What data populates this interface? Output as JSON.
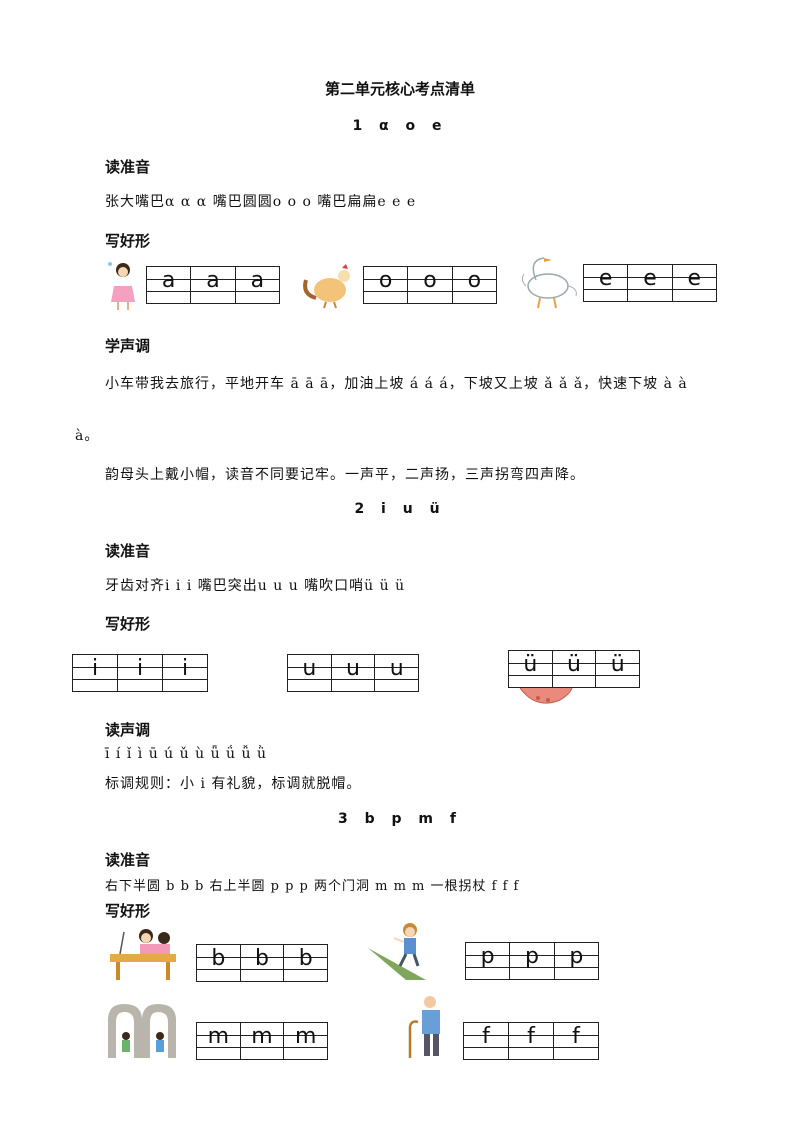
{
  "title": "第二单元核心考点清单",
  "section1": {
    "heading": "1 α o e",
    "read_title": "读准音",
    "read_line": "张大嘴巴α α α 嘴巴圆圆o o o 嘴巴扁扁e e e",
    "write_title": "写好形",
    "grids": [
      [
        "a",
        "a",
        "a"
      ],
      [
        "o",
        "o",
        "o"
      ],
      [
        "e",
        "e",
        "e"
      ]
    ],
    "tone_title": "学声调",
    "tone_line1": "小车带我去旅行，平地开车 ā ā ā，加油上坡 á á á，下坡又上坡 ǎ ǎ ǎ，快速下坡 à à",
    "tone_line2": "à。",
    "rhyme": "韵母头上戴小帽，读音不同要记牢。一声平，二声扬，三声拐弯四声降。"
  },
  "section2": {
    "heading": "2 i u ü",
    "read_title": "读准音",
    "read_line": "牙齿对齐i i i      嘴巴突出u u u      嘴吹口哨ü ü ü",
    "write_title": "写好形",
    "grids": [
      [
        "i",
        "i",
        "i"
      ],
      [
        "u",
        "u",
        "u"
      ],
      [
        "ü",
        "ü",
        "ü"
      ]
    ],
    "tone_title": "读声调",
    "tones": "ī í ǐ ì          ū ú ǔ ù          ǖ ǘ ǚ ǜ",
    "rule": "标调规则：小 i 有礼貌，标调就脱帽。"
  },
  "section3": {
    "heading": "3 b p m f",
    "read_title": "读准音",
    "read_line": "右下半圆 b b b      右上半圆 p p p      两个门洞 m m m      一根拐杖 f f f",
    "write_title": "写好形",
    "grids": [
      [
        "b",
        "b",
        "b"
      ],
      [
        "p",
        "p",
        "p"
      ],
      [
        "m",
        "m",
        "m"
      ],
      [
        "f",
        "f",
        "f"
      ]
    ]
  }
}
